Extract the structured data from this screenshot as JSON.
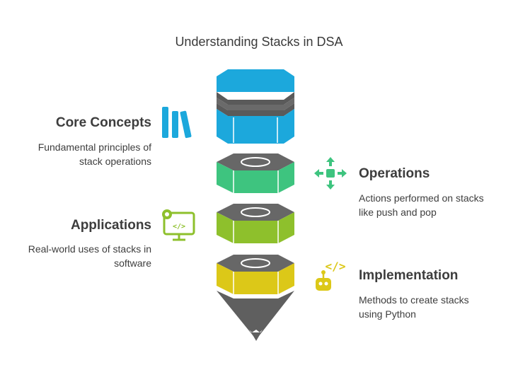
{
  "title": "Understanding Stacks in DSA",
  "sections": [
    {
      "heading": "Core Concepts",
      "desc_lines": [
        "Fundamental principles of",
        "stack operations"
      ],
      "icon": "books-icon"
    },
    {
      "heading": "Operations",
      "desc_lines": [
        "Actions performed on stacks",
        "like push and pop"
      ],
      "icon": "move-arrows-icon"
    },
    {
      "heading": "Applications",
      "desc_lines": [
        "Real-world uses of stacks in",
        "software"
      ],
      "icon": "monitor-code-icon"
    },
    {
      "heading": "Implementation",
      "desc_lines": [
        "Methods to create stacks",
        "using Python"
      ],
      "icon": "robot-code-icon"
    }
  ],
  "colors": {
    "blue": "#1ca8dc",
    "green": "#3ec47f",
    "lime": "#8ec02c",
    "yellow": "#dcc818",
    "gray": "#676767"
  }
}
